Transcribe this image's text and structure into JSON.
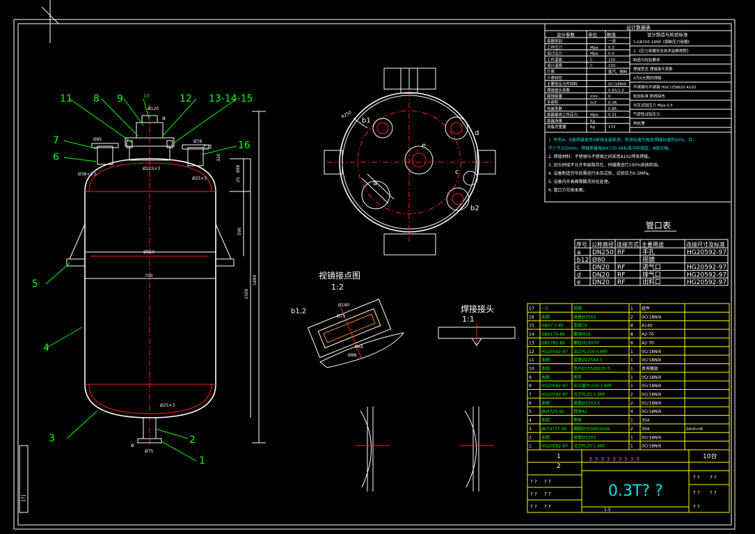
{
  "main_vessel": {
    "balloons": [
      "11",
      "8",
      "9",
      "10",
      "12",
      "13-14-15",
      "7",
      "6",
      "16",
      "5",
      "4",
      "3",
      "2",
      "1"
    ],
    "nozzle_marks": [
      "a",
      "c,d",
      "e"
    ],
    "dims": {
      "top_small": "Ø120",
      "top_flange": "Ø225×3",
      "left_nozzle": "Ø85",
      "left_nozzle2": "Ø38×3.5",
      "right_nozzle": "Ø78",
      "right_nozzle2": "Ø25×3",
      "shell_id": "Ø550",
      "shell_od": "700",
      "bottom_pipe": "Ø25×3",
      "bottom_flange": "Ø75",
      "h1": "888",
      "h2": "590",
      "h3": "1500",
      "h4": "1899",
      "h5": "320",
      "h6": "25"
    }
  },
  "top_view": {
    "labels": [
      "b1",
      "b2",
      "a",
      "c",
      "d",
      "e"
    ],
    "dim": "R250"
  },
  "sight_glass_detail": {
    "title": "视镜接点图",
    "scale": "1:2",
    "tag": "b1,2",
    "dims": [
      "Ø180",
      "Ø75",
      "Ø65",
      "Ø88"
    ]
  },
  "weld_detail": {
    "title": "焊接接头",
    "scale": "1:1"
  },
  "design_data": {
    "title": "设计数据表",
    "left_header": [
      "设计参数",
      "单位",
      "数值"
    ],
    "left_rows": [
      [
        "容器类别",
        "",
        "一类"
      ],
      [
        "工作压力",
        "Mpa",
        "0.3"
      ],
      [
        "设计压力",
        "Mpa",
        "0.4"
      ],
      [
        "工作温度",
        "C",
        "150"
      ],
      [
        "设计温度",
        "C",
        "150"
      ],
      [
        "介质",
        "",
        "蒸汽、物料"
      ],
      [
        "介质特性",
        "",
        ""
      ],
      [
        "主要受压元件材料",
        "",
        "0Cr18Ni9"
      ],
      [
        "焊接接头系数",
        "",
        "0.85/1.0"
      ],
      [
        "腐蚀裕量",
        "mm",
        "0"
      ],
      [
        "全容积",
        "m3",
        "0.36"
      ],
      [
        "充装系数",
        "",
        "0.85"
      ],
      [
        "容器最高工作压力",
        "Mpa",
        "0.31"
      ],
      [
        "容器净重",
        "Kg",
        ""
      ],
      [
        "设备总重量",
        "Kg",
        "172"
      ]
    ],
    "right_header": "设计制造与检验标准",
    "right_lines": [
      "1.GB150-1998《钢制压力容器》",
      "2.《压力容器安全技术监察规程》",
      "制造与检验要求",
      "焊缝型式 焊接接头系数",
      "X为X光照的焊接",
      "不锈钢与不锈钢  HGCr25Ni20  A102",
      "检验标准 射线探伤",
      "水压试验压力 Mpa 0.5",
      "气密性试验压力",
      "热处理"
    ]
  },
  "notes": [
    "1. 所有A、B类焊缝采用X射线无损检测，检测长度为每条焊缝长度的20%，且",
    "不少于250mm，焊缝质量按JB4730-94标准中的规定，Ⅲ级合格。",
    "2. 焊接材料：不锈钢与不锈钢之间采用A102焊条焊接。",
    "3. 封头拼接不允许有缺陷存在，拼缝需进行100%射线检测。",
    "4. 设备制造完毕后需进行水压试验，试验压力0.5MPa。",
    "5. 设备内外表面需酸洗钝化处理。",
    "6. 管口方位按本图。"
  ],
  "nozzle_table": {
    "title": "管口表",
    "header": [
      "序号",
      "公称直径",
      "连接方式",
      "主要用途",
      "连接尺寸及标准"
    ],
    "rows": [
      [
        "a",
        "DN250",
        "RF",
        "手孔",
        "HG20592-97"
      ],
      [
        "b12",
        "Ø80",
        "",
        "视镜",
        ""
      ],
      [
        "c",
        "DN20",
        "RF",
        "进气口",
        "HG20592-97"
      ],
      [
        "d",
        "DN20",
        "RF",
        "排气口",
        "HG20592-97"
      ],
      [
        "e",
        "DN20",
        "RF",
        "出料口",
        "HG20592-97"
      ]
    ]
  },
  "bom": {
    "rows": [
      [
        "17",
        "一1",
        "视镜",
        "1",
        "组件",
        ""
      ],
      [
        "16",
        "本图",
        "接管Ø25X3",
        "2",
        "0Cr18Ni9",
        ""
      ],
      [
        "15",
        "GB97.1-85",
        "垫圈16",
        "8",
        "A140",
        ""
      ],
      [
        "14",
        "GB6170-86",
        "螺母M16",
        "8",
        "A2-70",
        ""
      ],
      [
        "13",
        "GB5782-86",
        "螺栓M16X70",
        "8",
        "A2-70",
        ""
      ],
      [
        "12",
        "HG20592-97",
        "法兰PL150-0.6RF",
        "1",
        "0Cr18Ni9",
        ""
      ],
      [
        "11",
        "本图",
        "接管Ø225X4.5",
        "1",
        "0Cr18Ni9",
        ""
      ],
      [
        "10",
        "本图",
        "垫片Ø255/Ø225-3",
        "1",
        "食用橡胶",
        ""
      ],
      [
        "9",
        "本图",
        "把手",
        "1",
        "0Cr18Ni9",
        ""
      ],
      [
        "8",
        "HG20592-97",
        "法兰盖PL150-1.6RF",
        "1",
        "0Cr18Ni9",
        ""
      ],
      [
        "7",
        "HG20592-97",
        "法兰PL25-1.6RF",
        "2",
        "0Cr18Ni9",
        ""
      ],
      [
        "6",
        "本图",
        "接管Ø32X3.5",
        "2",
        "0Cr18Ni9",
        ""
      ],
      [
        "5",
        "JB/4725-92",
        "耳座A2",
        "4",
        "0Cr18Ni9",
        ""
      ],
      [
        "4",
        "本图",
        "筒体",
        "1",
        "304",
        ""
      ],
      [
        "3",
        "JB/T4737-95",
        "椭圆封头DN550X6",
        "2",
        "304",
        "δmin=6"
      ],
      [
        "2",
        "本图",
        "接管Ø32X3",
        "1",
        "0Cr18Ni9",
        ""
      ],
      [
        "1",
        "HG20592-97",
        "法兰PL20-1.6RF",
        "1",
        "0Cr18Ni9",
        ""
      ]
    ]
  },
  "title_block": {
    "big_title": "0.3T? ?",
    "row_marks": [
      "1",
      "2"
    ],
    "qty": "10台",
    "scale": "1:5",
    "placeholder": "? ?",
    "name_line": "? ? ? ? ? ? ? ? ?"
  },
  "side_stamp": "[?]"
}
